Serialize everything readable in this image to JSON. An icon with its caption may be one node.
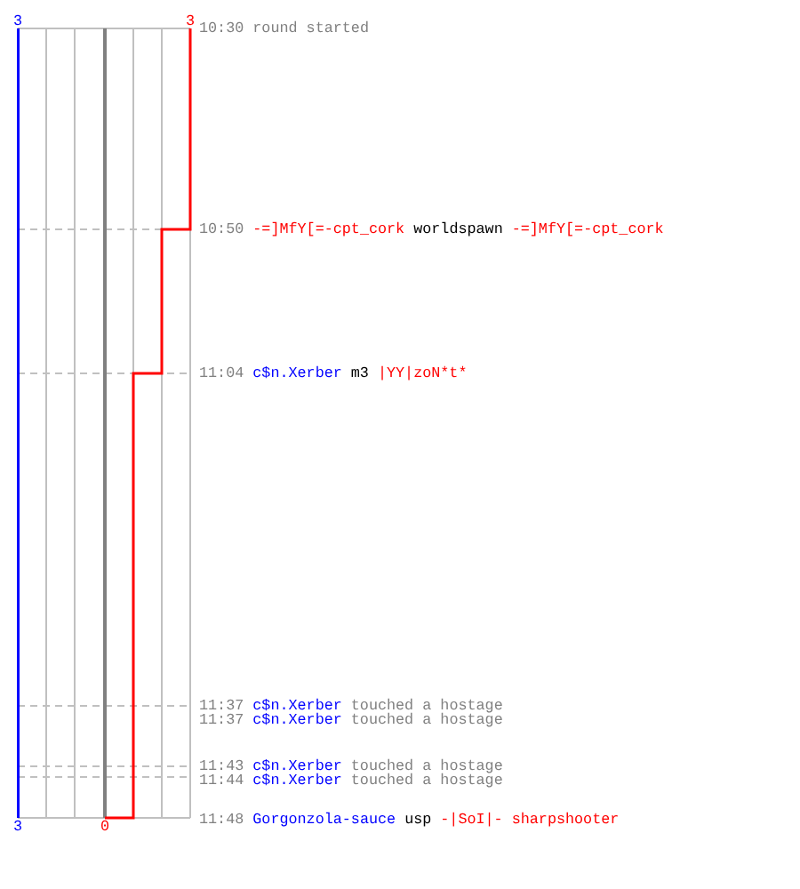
{
  "diagram": {
    "labels": [
      "3",
      "3",
      "10:30",
      "round started",
      "10:50",
      "-=]MfY[=-cpt_cork",
      "worldspawn",
      "-=]MfY[=-cpt_cork",
      "11:04",
      "c$n.Xerber",
      "m3",
      "|YY|zoN*t*",
      "11:37",
      "c$n.Xerber",
      "touched a hostage",
      "11:37",
      "c$n.Xerber",
      "touched a hostage",
      "11:43",
      "c$n.Xerber",
      "touched a hostage",
      "11:44",
      "c$n.Xerber",
      "touched a hostage",
      "3",
      "0",
      "11:48",
      "Gorgonzola-sauce",
      "usp",
      "-|SoI|- sharpshooter"
    ]
  }
}
